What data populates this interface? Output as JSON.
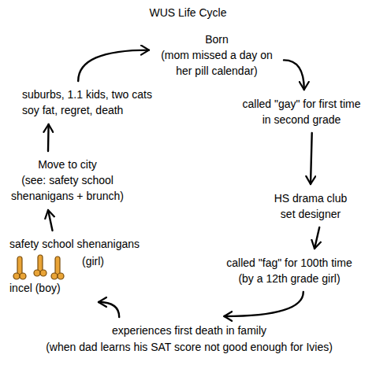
{
  "diagram": {
    "title": "WUS Life Cycle",
    "nodes": [
      {
        "text": [
          "Born",
          "(mom missed a day on her pill calendar)"
        ]
      },
      {
        "text": [
          "called \"gay\" for first time in second grade"
        ]
      },
      {
        "text": [
          "HS drama club set designer"
        ]
      },
      {
        "text": [
          "called \"fag\" for 100th time (by a 12th grade girl)"
        ]
      },
      {
        "text": [
          "experiences first death in family",
          "(when dad learns his SAT score not good enough for Ivies)"
        ]
      },
      {
        "text": [
          "safety school shenanigans",
          "(girl)",
          "incel (boy)"
        ]
      },
      {
        "text": [
          "Move to city",
          "(see: safety school shenanigans + brunch)"
        ]
      },
      {
        "text": [
          "suburbs, 1.1 kids, two cats soy fat, regret, death"
        ]
      }
    ],
    "edges": [
      {
        "from": 0,
        "to": 1,
        "arrow": "to"
      },
      {
        "from": 1,
        "to": 2,
        "arrow": "to"
      },
      {
        "from": 2,
        "to": 3,
        "arrow": "to"
      },
      {
        "from": 3,
        "to": 4,
        "arrow": "to"
      },
      {
        "from": 4,
        "to": 5,
        "arrow": "to"
      },
      {
        "from": 5,
        "to": 6,
        "arrow": "to"
      },
      {
        "from": 6,
        "to": 7,
        "arrow": "to"
      },
      {
        "from": 7,
        "to": 0,
        "arrow": "to"
      }
    ]
  }
}
